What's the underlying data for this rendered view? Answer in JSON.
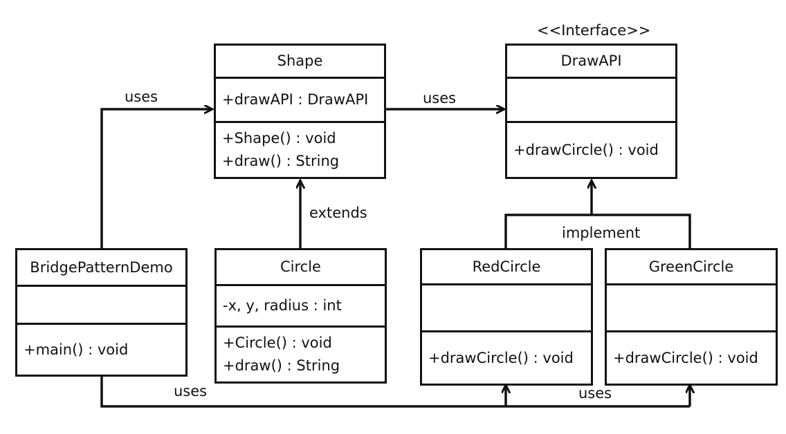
{
  "classes": {
    "shape": {
      "name": "Shape",
      "attrs": [
        "+drawAPI : DrawAPI"
      ],
      "ops": [
        "+Shape()  : void",
        "+draw() : String"
      ]
    },
    "drawapi": {
      "stereotype": "<<Interface>>",
      "name": "DrawAPI",
      "attrs": [],
      "ops": [
        "+drawCircle()  : void"
      ]
    },
    "bridge": {
      "name": "BridgePatternDemo",
      "attrs": [],
      "ops": [
        "+main()  : void"
      ]
    },
    "circle": {
      "name": "Circle",
      "attrs": [
        "-x, y,  radius  : int"
      ],
      "ops": [
        "+Circle()  : void",
        "+draw() : String"
      ]
    },
    "redcircle": {
      "name": "RedCircle",
      "attrs": [],
      "ops": [
        "+drawCircle()  : void"
      ]
    },
    "greencircle": {
      "name": "GreenCircle",
      "attrs": [],
      "ops": [
        "+drawCircle()  : void"
      ]
    }
  },
  "relations": {
    "bridge_to_shape": "uses",
    "shape_to_drawapi": "uses",
    "circle_to_shape": "extends",
    "implement": "implement",
    "bridge_to_red": "uses",
    "bridge_to_green": "uses"
  }
}
